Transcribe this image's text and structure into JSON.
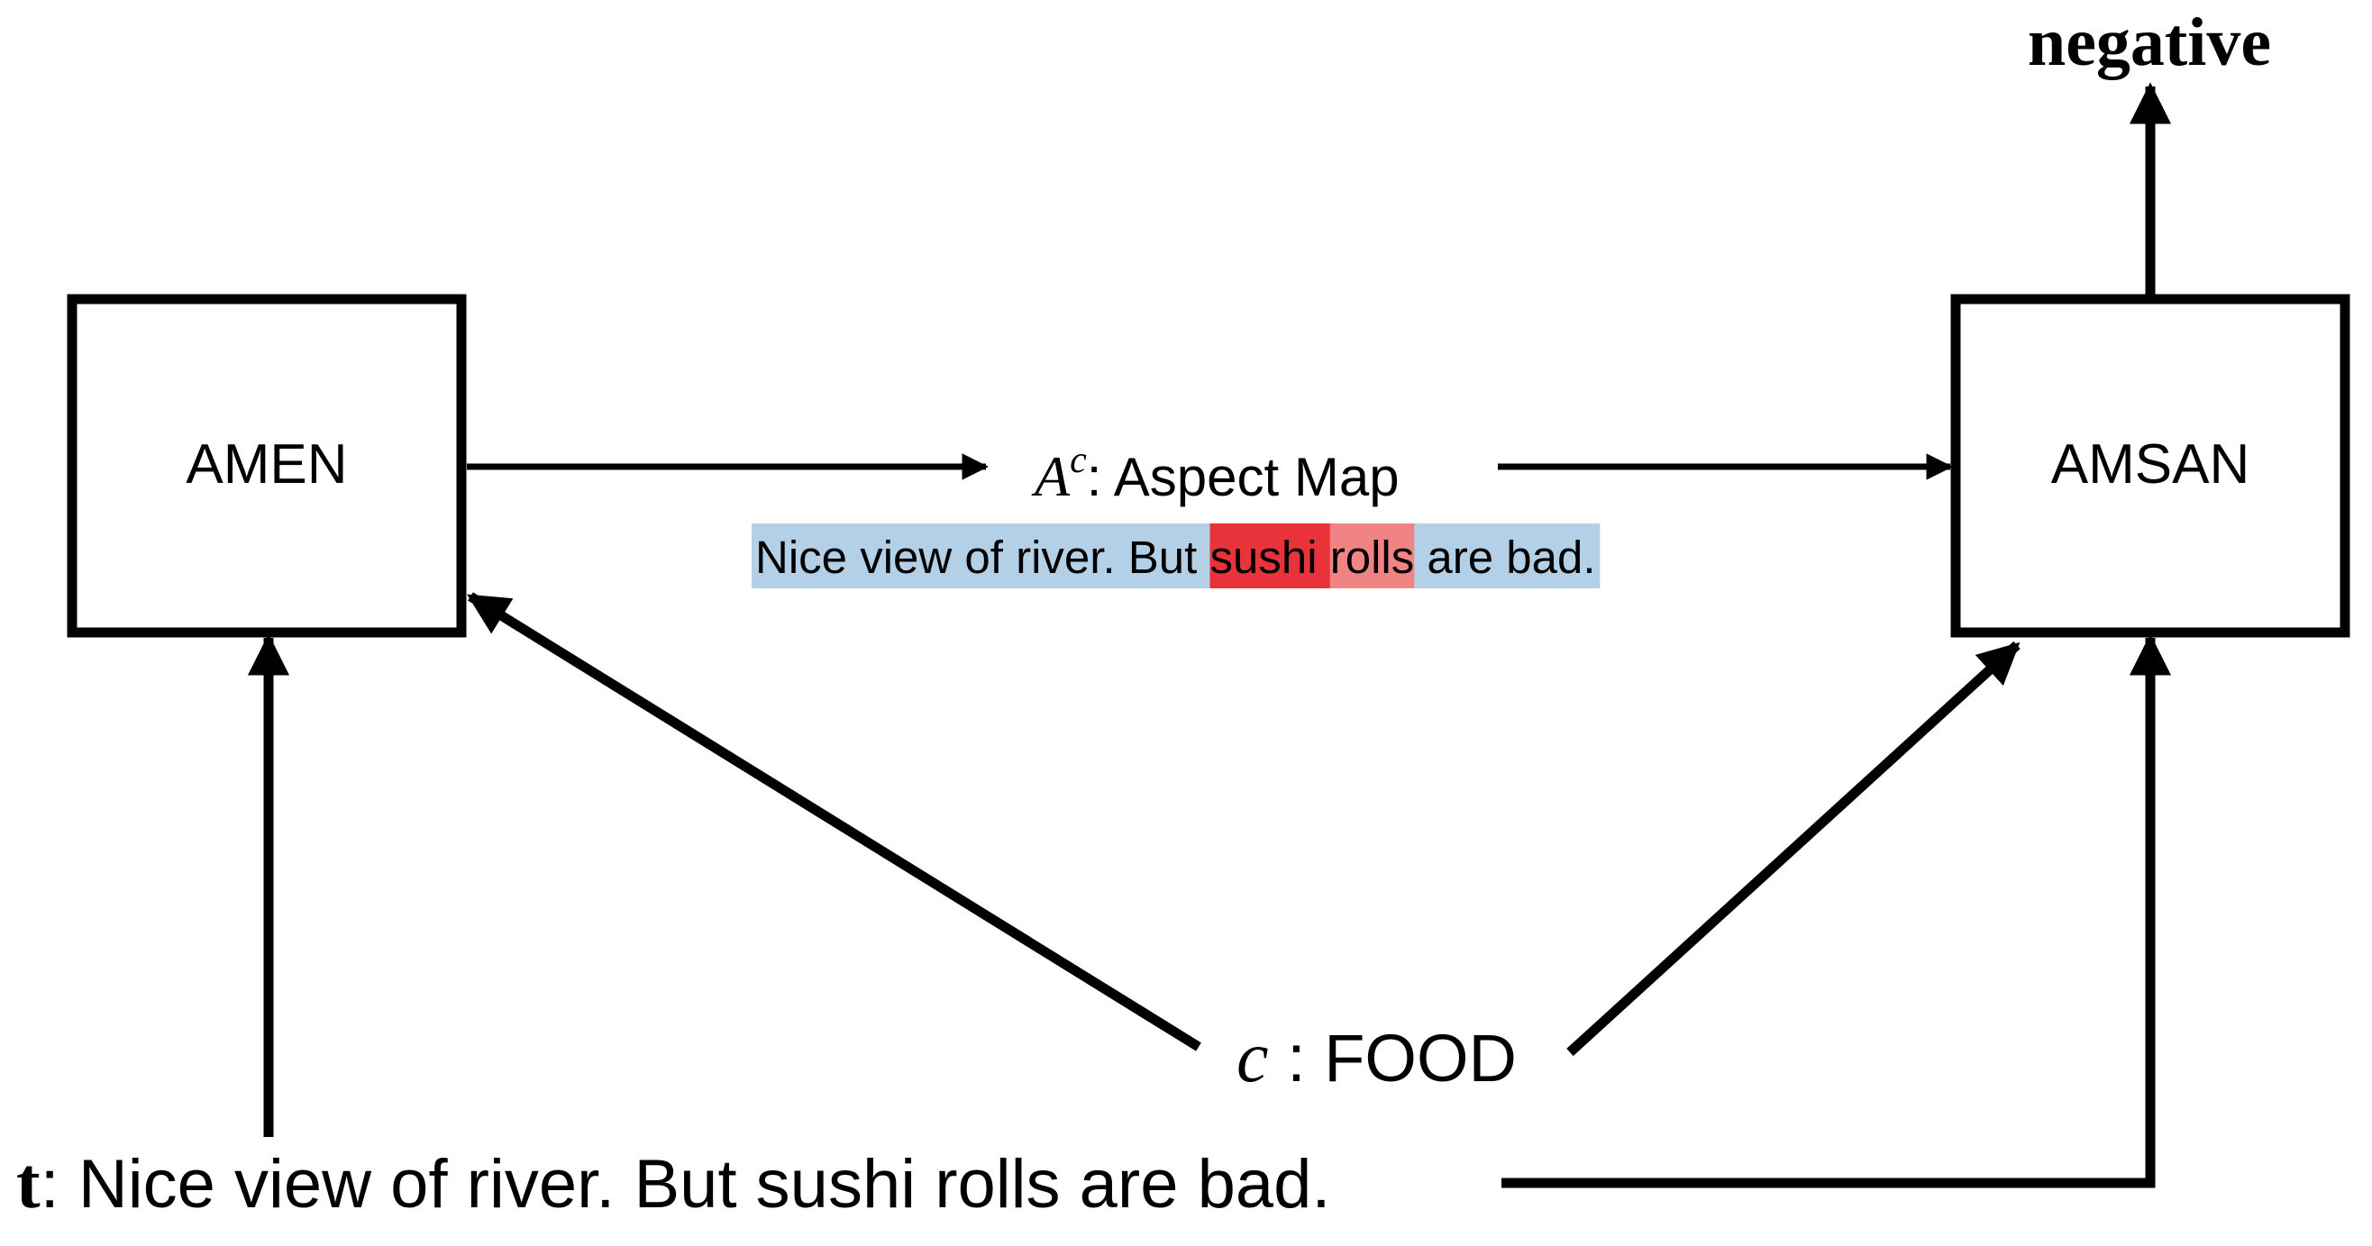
{
  "output_label": "negative",
  "left_box_label": "AMEN",
  "right_box_label": "AMSAN",
  "aspect_map": {
    "symbol": "A",
    "superscript": "c",
    "label": ": Aspect Map",
    "tokens": [
      {
        "text": "Nice view of river. But ",
        "weight": "low"
      },
      {
        "text": "sushi",
        "weight": "high"
      },
      {
        "text": " ",
        "weight": "high"
      },
      {
        "text": "rolls",
        "weight": "medium"
      },
      {
        "text": " are bad.",
        "weight": "low"
      }
    ]
  },
  "category": {
    "symbol": "c",
    "label": " : FOOD"
  },
  "input_text": {
    "symbol": "t",
    "label": ": Nice view of river. But sushi rolls are bad."
  },
  "colors": {
    "low": "#b4d0e6",
    "high": "#e8333a",
    "medium": "#f08484",
    "stroke": "#000000"
  }
}
